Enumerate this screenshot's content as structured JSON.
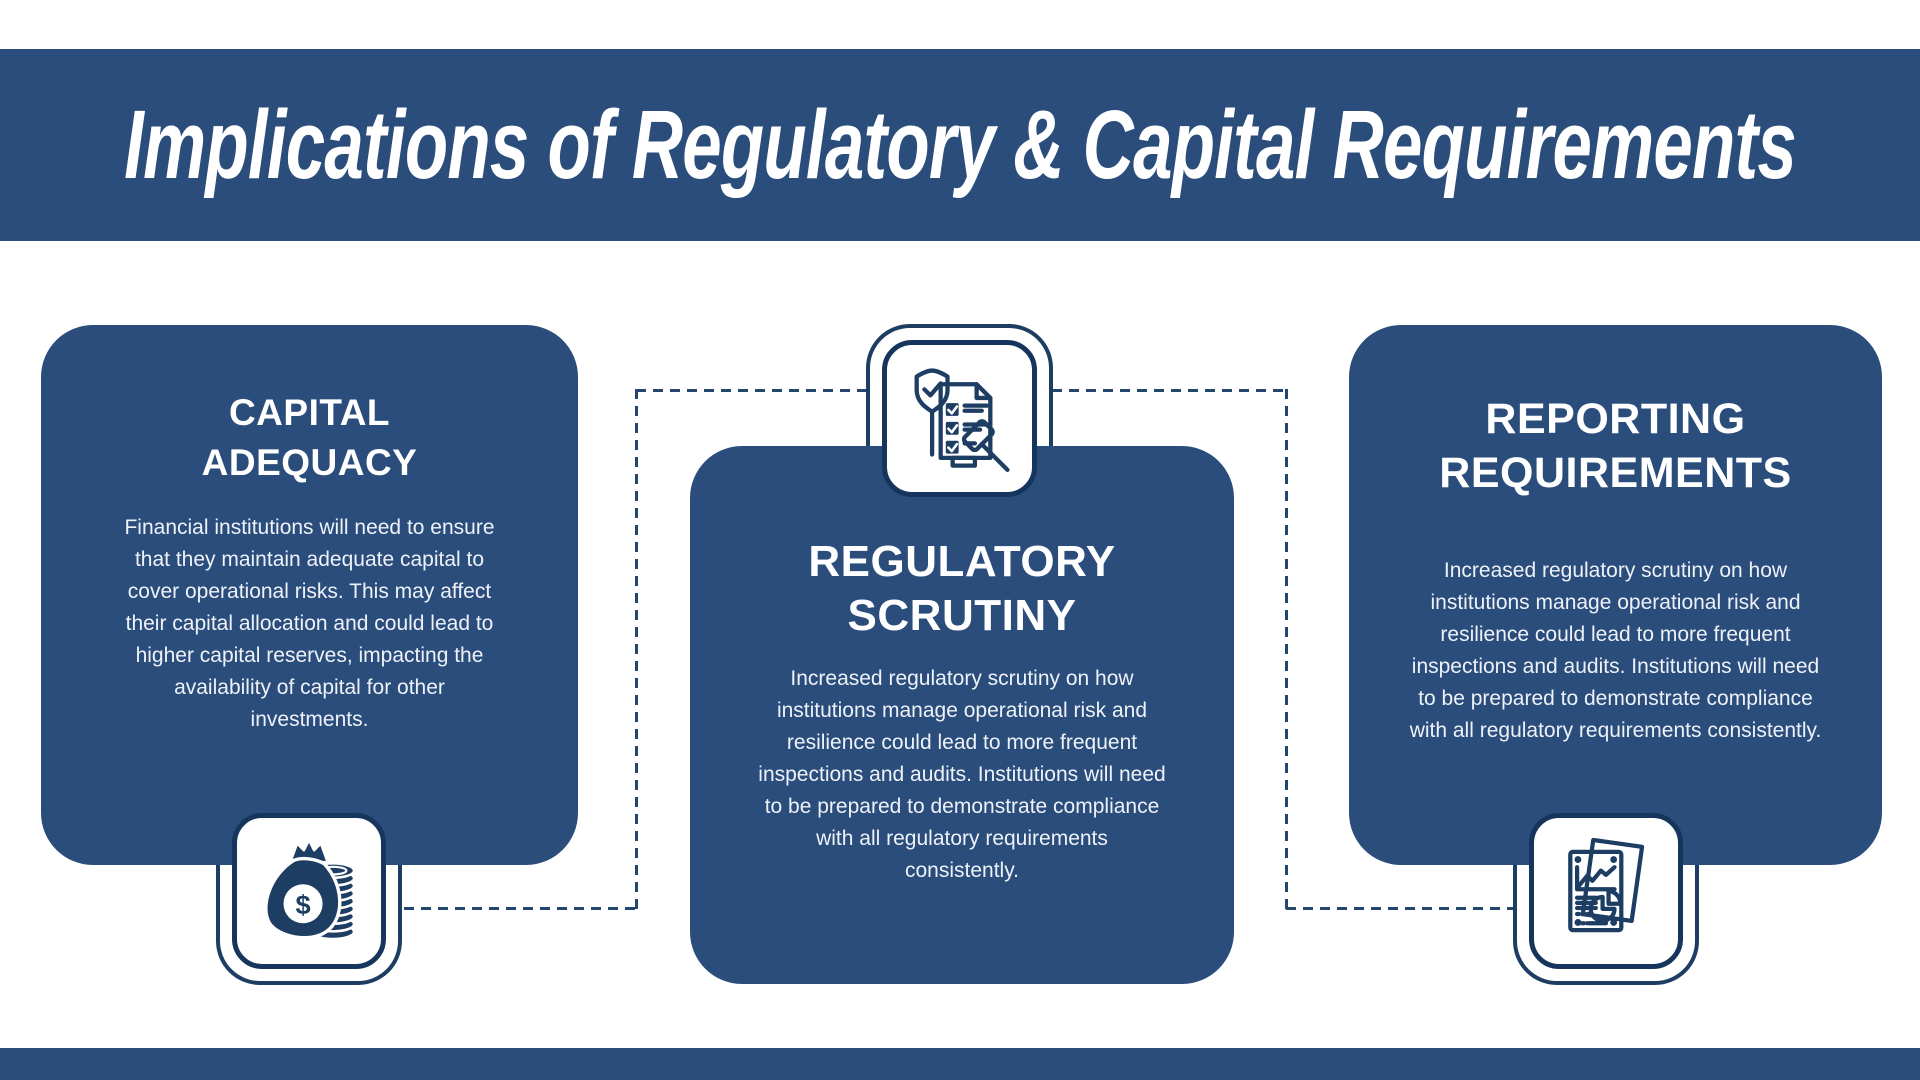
{
  "page": {
    "title": "Implications of Regulatory & Capital Requirements"
  },
  "colors": {
    "navy_fill": "#2A4D7B",
    "line_navy": "#1E3D63",
    "background": "#FFFFFF",
    "text_white": "#FFFFFF",
    "body_text": "#EEF2F8"
  },
  "cards": [
    {
      "id": "capital-adequacy",
      "title": "CAPITAL\nADEQUACY",
      "body": "Financial institutions will need to ensure\nthat they maintain adequate capital to\ncover operational risks. This may affect\ntheir capital allocation and could lead to\nhigher capital reserves, impacting the\navailability of capital for other\ninvestments.",
      "icon": "money-bag-and-coins-icon"
    },
    {
      "id": "regulatory-scrutiny",
      "title": "REGULATORY\nSCRUTINY",
      "body": "Increased regulatory scrutiny on how\ninstitutions manage operational risk and\nresilience could lead to more frequent\ninspections and audits. Institutions will need\nto be prepared to demonstrate compliance\nwith all regulatory requirements\nconsistently.",
      "icon": "compliance-checklist-gavel-icon"
    },
    {
      "id": "reporting-requirements",
      "title": "REPORTING\nREQUIREMENTS",
      "body": "Increased regulatory scrutiny on how\ninstitutions manage operational risk and\nresilience could lead to more frequent\ninspections and audits. Institutions will need\nto be prepared to demonstrate compliance\nwith all regulatory requirements consistently.",
      "icon": "report-charts-icon"
    }
  ]
}
